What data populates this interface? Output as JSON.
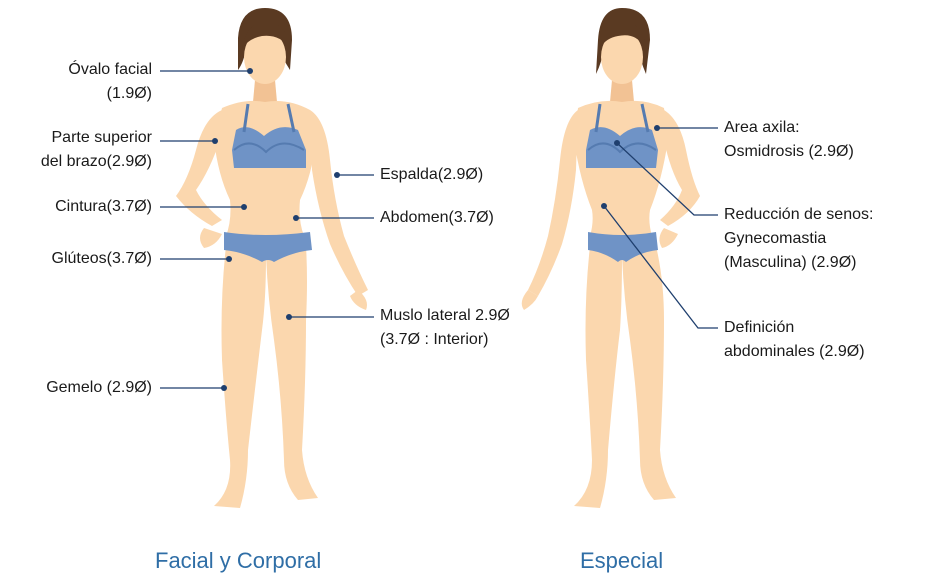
{
  "colors": {
    "skin": "#fbd7ae",
    "skin_shadow": "#f2c294",
    "garment": "#6f93c6",
    "garment_dark": "#557bb0",
    "hair": "#5a3a22",
    "leader": "#1f3f6e",
    "caption": "#2f6ea6"
  },
  "left_figure": {
    "caption": "Facial y Corporal",
    "labels": {
      "face_l1": "Óvalo facial",
      "face_l2": "(1.9Ø)",
      "arm_l1": "Parte superior",
      "arm_l2": "del brazo(2.9Ø)",
      "waist": "Cintura(3.7Ø)",
      "glutes": "Glúteos(3.7Ø)",
      "calf": "Gemelo (2.9Ø)",
      "back": "Espalda(2.9Ø)",
      "abdomen": "Abdomen(3.7Ø)",
      "thigh_l1": "Muslo lateral 2.9Ø",
      "thigh_l2": "(3.7Ø : Interior)"
    }
  },
  "right_figure": {
    "caption": "Especial",
    "labels": {
      "armpit_l1": "Area axila:",
      "armpit_l2": "Osmidrosis (2.9Ø)",
      "breast_l1": "Reducción de senos:",
      "breast_l2": "Gynecomastia",
      "breast_l3": "(Masculina) (2.9Ø)",
      "abs_l1": "Definición",
      "abs_l2": "abdominales (2.9Ø)"
    }
  }
}
